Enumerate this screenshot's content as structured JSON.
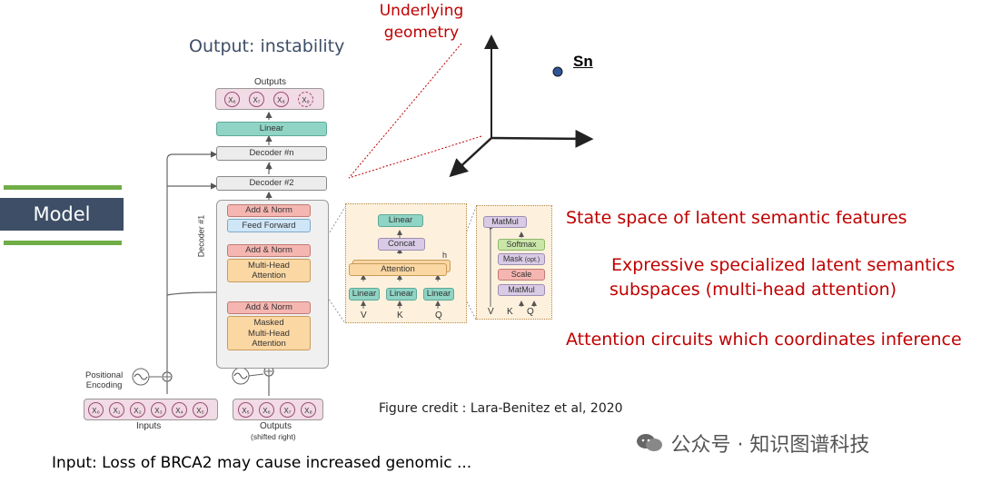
{
  "title": "Output: instability",
  "model_label": "Model",
  "geometry": {
    "label_line1": "Underlying",
    "label_line2": "geometry",
    "point_label": "Sn"
  },
  "annotations": {
    "state_space": "State space of latent semantic features",
    "expressive_line1": "Expressive specialized latent semantics",
    "expressive_line2": "subspaces (multi-head attention)",
    "circuits": "Attention circuits which coordinates inference"
  },
  "credit": "Figure credit : Lara-Benitez et al, 2020",
  "input_text": "Input: Loss of BRCA2 may cause increased genomic ...",
  "watermark": "公众号 · 知识图谱科技",
  "transformer": {
    "outputs_top_label": "Outputs",
    "output_tokens": [
      "X₆",
      "X₇",
      "X₈",
      "X₉"
    ],
    "linear": "Linear",
    "decoder_n": "Decoder #n",
    "dots": "⋮",
    "decoder_2": "Decoder #2",
    "decoder_1": "Decoder #1",
    "add_norm_1": "Add & Norm",
    "feed_forward": "Feed Forward",
    "add_norm_2": "Add & Norm",
    "mha_line1": "Multi-Head",
    "mha_line2": "Attention",
    "add_norm_3": "Add & Norm",
    "masked_line1": "Masked",
    "masked_line2": "Multi-Head",
    "masked_line3": "Attention",
    "pos_enc_line1": "Positional",
    "pos_enc_line2": "Encoding",
    "input_tokens": [
      "X₀",
      "X₁",
      "X₂",
      "X₃",
      "X₄",
      "X₅"
    ],
    "inputs_label": "Inputs",
    "shift_tokens": [
      "X₅",
      "X₆",
      "X₇",
      "X₈"
    ],
    "outputs_label": "Outputs",
    "shifted_label": "(shifted right)"
  },
  "mha_detail": {
    "linear": "Linear",
    "concat": "Concat",
    "attention": "Attention",
    "h": "h",
    "linear_v": "Linear",
    "linear_k": "Linear",
    "linear_q": "Linear",
    "v": "V",
    "k": "K",
    "q": "Q"
  },
  "sdpa_detail": {
    "matmul_top": "MatMul",
    "softmax": "Softmax",
    "mask": "Mask",
    "mask_opt": "(opt.)",
    "scale": "Scale",
    "matmul_bottom": "MatMul",
    "v": "V",
    "k": "K",
    "q": "Q"
  },
  "colors": {
    "accent_red": "#c00000",
    "model_bg": "#3d4e66",
    "model_bars": "#70ad47",
    "point": "#2f5597"
  }
}
